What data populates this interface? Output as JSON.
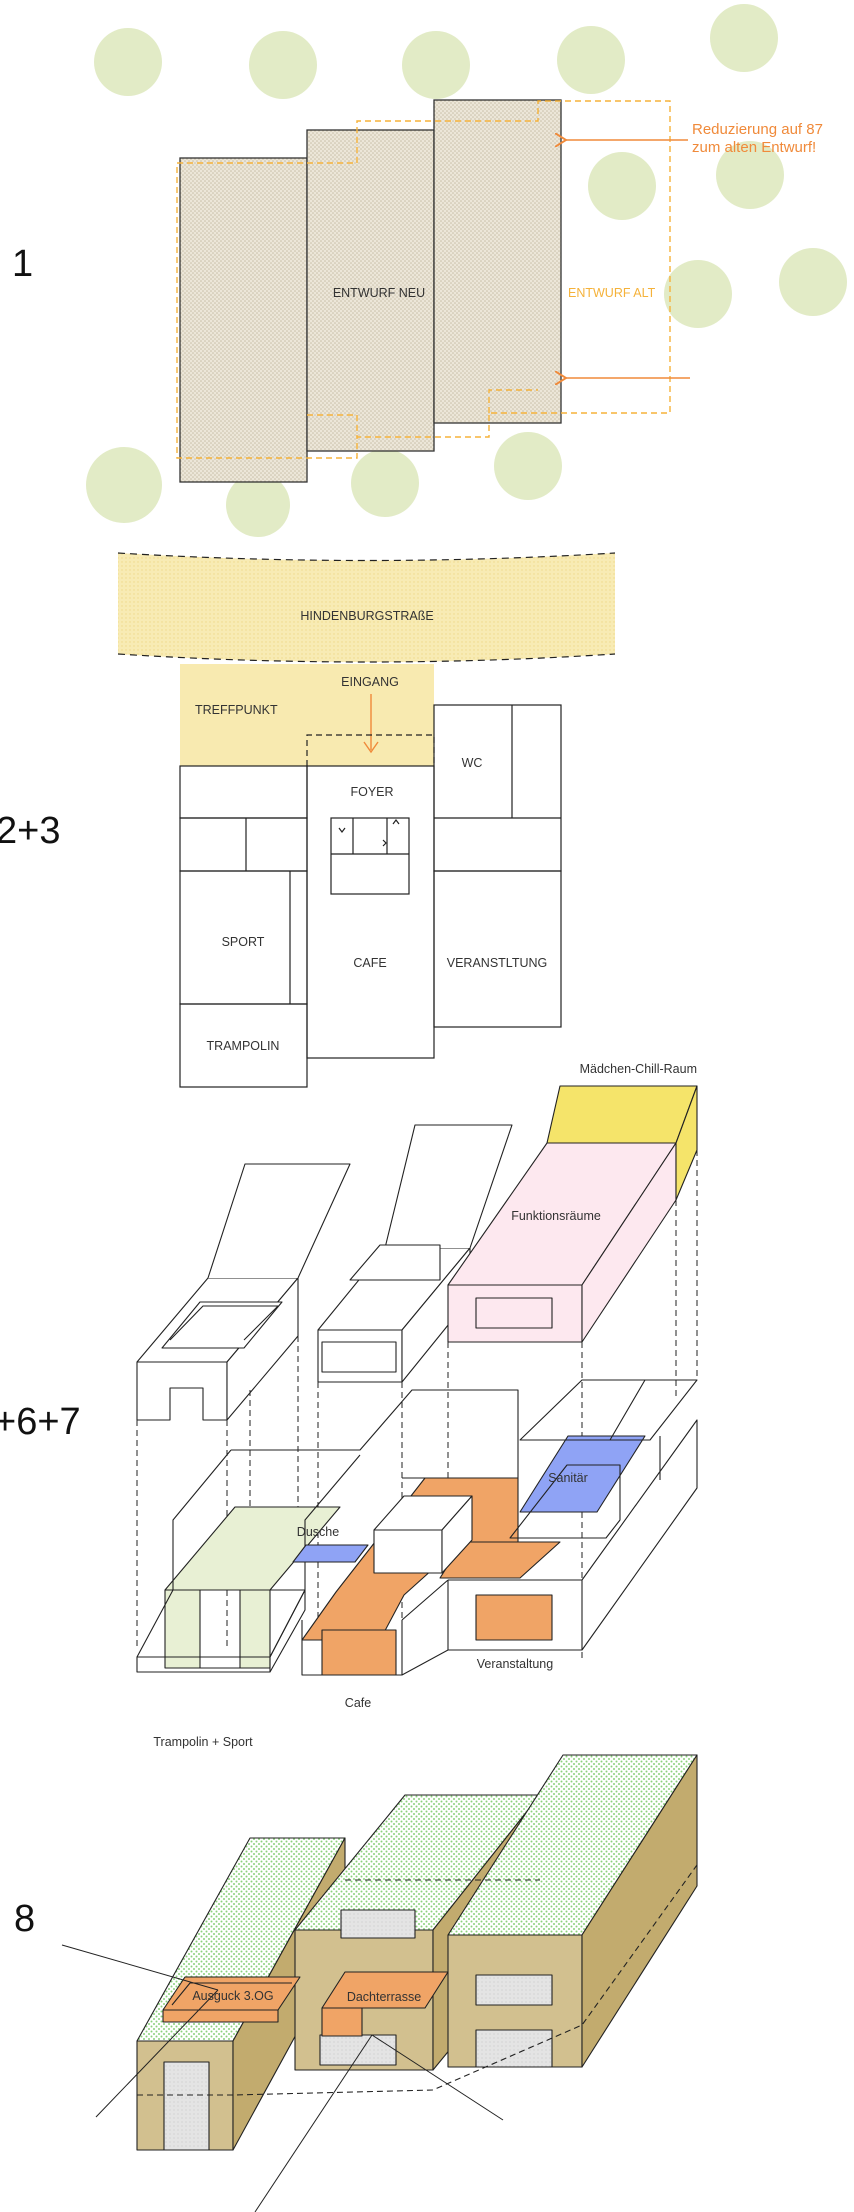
{
  "colors": {
    "tree": "#e2ebc6",
    "orange": "#f08a3a",
    "orange_fill": "#f0a466",
    "street": "#f8eab0",
    "pink": "#fde8ef",
    "yellow": "#f5e46a",
    "blue": "#8fa3f5",
    "green_light": "#e8f0d4",
    "roof_green": "#8bd17c",
    "tan": "#d2c08f",
    "tan_dark": "#c2ab6e",
    "grey_window": "#e3e3e3",
    "hatch": "#e6dfcf",
    "line": "#222222"
  },
  "steps": {
    "s1": "1",
    "s23": "2+3",
    "s567": "+6+7",
    "s8": "8"
  },
  "section1": {
    "neu": "ENTWURF NEU",
    "alt": "ENTWURF ALT",
    "reduction_line1": "Reduzierung auf 87",
    "reduction_line2": "zum alten Entwurf!"
  },
  "section2": {
    "street": "HINDENBURGSTRAßE",
    "treffpunkt": "TREFFPUNKT",
    "eingang": "EINGANG",
    "foyer": "FOYER",
    "wc": "WC",
    "sport": "SPORT",
    "cafe": "CAFE",
    "veranstaltung": "VERANSTLTUNG",
    "trampolin": "TRAMPOLIN"
  },
  "section3": {
    "maedchen": "Mädchen-Chill-Raum",
    "funktion": "Funktionsräume",
    "sanitaer": "Sanitär",
    "dusche": "Dusche",
    "veranstaltung": "Veranstaltung",
    "cafe": "Cafe",
    "trampolin_sport": "Trampolin + Sport"
  },
  "section4": {
    "ausguck": "Ausguck 3.OG",
    "dachterrasse": "Dachterrasse"
  }
}
